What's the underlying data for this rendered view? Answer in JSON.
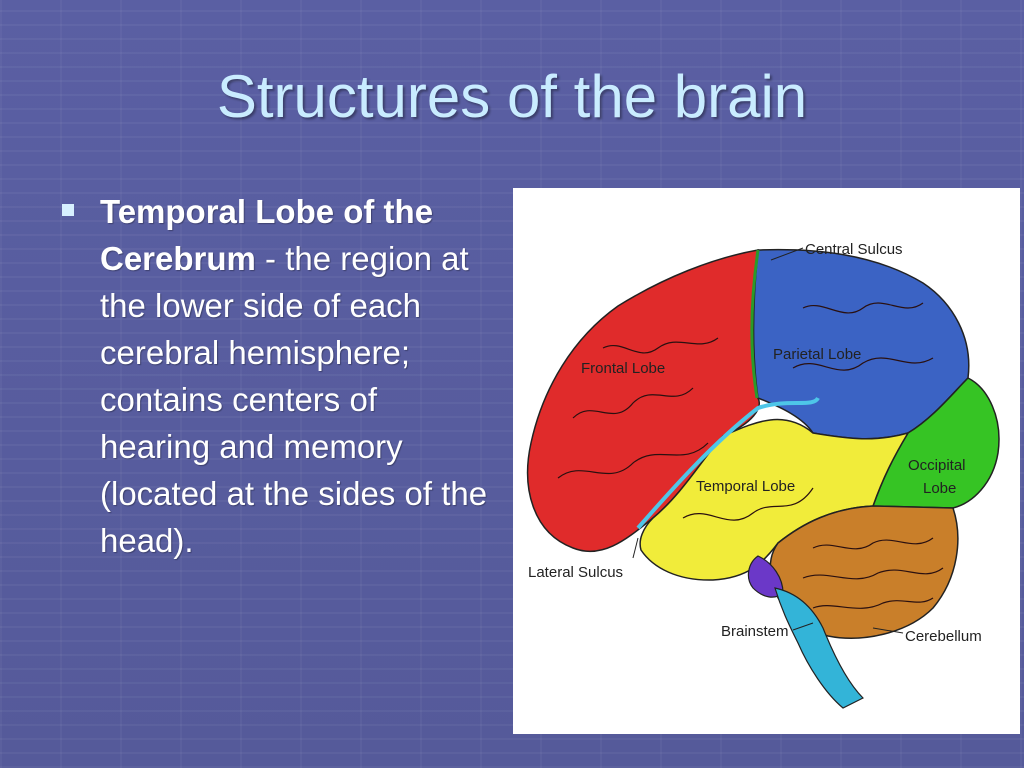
{
  "slide": {
    "title": "Structures of the brain",
    "bullet": {
      "term": "Temporal Lobe of the Cerebrum",
      "definition": " - the region at the lower side of each cerebral hemisphere; contains centers of hearing and memory (located at the sides of the head)."
    }
  },
  "figure": {
    "labels": {
      "central_sulcus": "Central Sulcus",
      "parietal_lobe": "Parietal Lobe",
      "frontal_lobe": "Frontal Lobe",
      "occipital_lobe_1": "Occipital",
      "occipital_lobe_2": "Lobe",
      "temporal_lobe": "Temporal Lobe",
      "lateral_sulcus": "Lateral Sulcus",
      "brainstem": "Brainstem",
      "cerebellum": "Cerebellum"
    },
    "colors": {
      "frontal": "#e02b2b",
      "parietal": "#3b63c4",
      "occipital": "#36c424",
      "temporal": "#f1ec3a",
      "cerebellum": "#c97f2a",
      "brainstem": "#33b4d8",
      "pons": "#6b38c8"
    }
  }
}
